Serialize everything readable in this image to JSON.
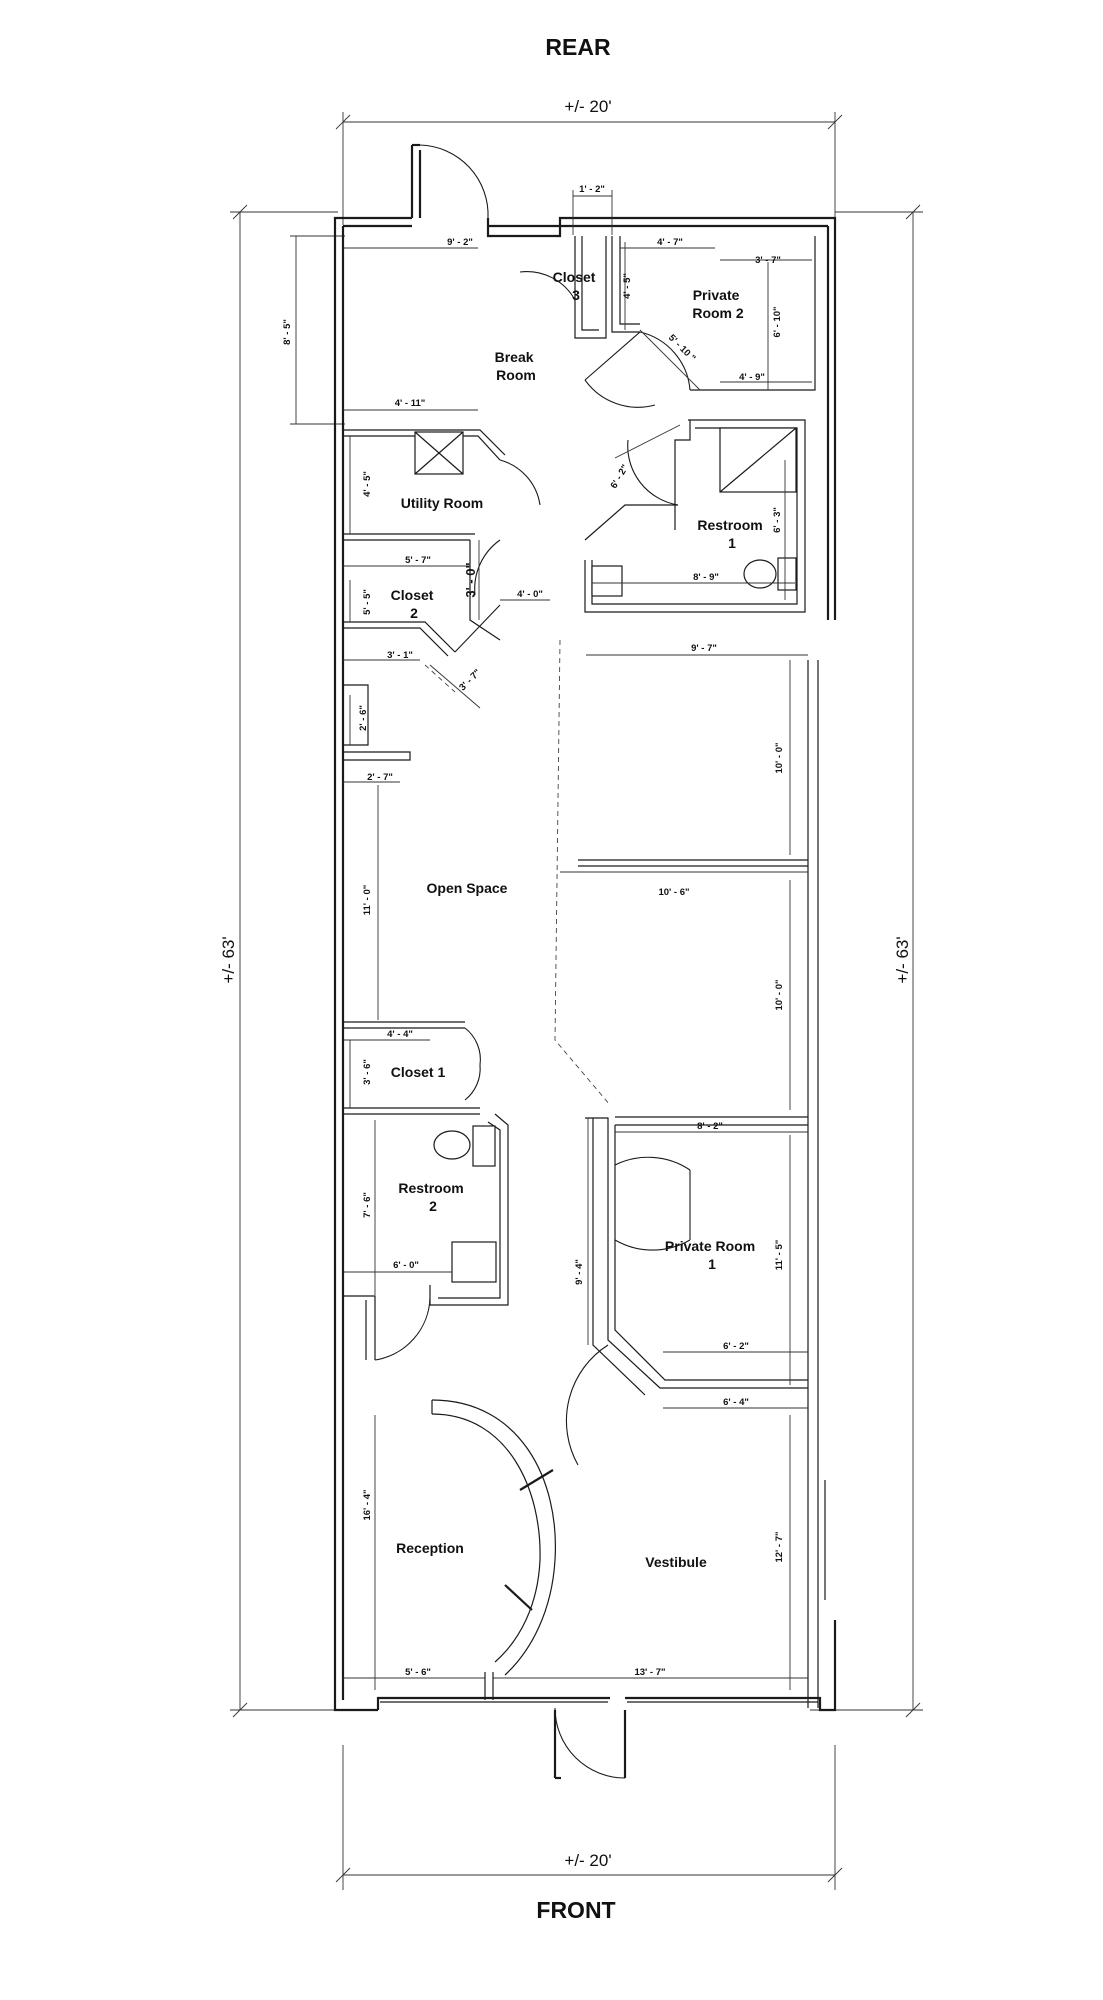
{
  "labels": {
    "rear": "REAR",
    "front": "FRONT",
    "width_top": "+/- 20'",
    "width_bottom": "+/- 20'",
    "length_left": "+/- 63'",
    "length_right": "+/- 63'"
  },
  "rooms": {
    "closet3": [
      "Closet",
      "3"
    ],
    "private2": [
      "Private",
      "Room 2"
    ],
    "break": [
      "Break",
      "Room"
    ],
    "utility": "Utility Room",
    "restroom1": [
      "Restroom",
      "1"
    ],
    "closet2": [
      "Closet",
      "2"
    ],
    "open": "Open Space",
    "closet1": "Closet 1",
    "restroom2": [
      "Restroom",
      "2"
    ],
    "private1": [
      "Private Room",
      "1"
    ],
    "reception": "Reception",
    "vestibule": "Vestibule"
  },
  "dims": {
    "d_1_2": "1' - 2\"",
    "d_9_2": "9' - 2\"",
    "d_4_7": "4' - 7\"",
    "d_3_7a": "3' - 7\"",
    "d_8_5": "8' - 5\"",
    "d_4_5a": "4' - 5\"",
    "d_6_10": "6' - 10\"",
    "d_5_10": "5' - 10 \"",
    "d_4_9": "4' - 9\"",
    "d_4_11": "4' - 11\"",
    "d_4_5b": "4' - 5\"",
    "d_6_2a": "6' - 2\"",
    "d_6_3": "6' - 3\"",
    "d_5_7": "5' - 7\"",
    "d_3_0": "3' - 0\"",
    "d_8_9": "8' - 9\"",
    "d_5_5": "5' - 5\"",
    "d_4_0": "4' - 0\"",
    "d_9_7": "9' - 7\"",
    "d_3_1": "3' - 1\"",
    "d_3_7b": "3' - 7\"",
    "d_10_0a": "10' - 0\"",
    "d_2_6": "2' - 6\"",
    "d_2_7": "2' - 7\"",
    "d_11_0": "11' - 0\"",
    "d_10_6": "10' - 6\"",
    "d_10_0b": "10' - 0\"",
    "d_4_4": "4' - 4\"",
    "d_3_6": "3' - 6\"",
    "d_8_2": "8' - 2\"",
    "d_7_6": "7' - 6\"",
    "d_11_5": "11' - 5\"",
    "d_6_0": "6' - 0\"",
    "d_9_4": "9' - 4\"",
    "d_6_2b": "6' - 2\"",
    "d_6_4": "6' - 4\"",
    "d_16_4": "16' - 4\"",
    "d_12_7": "12' - 7\"",
    "d_5_6": "5' - 6\"",
    "d_13_7": "13' - 7\""
  }
}
